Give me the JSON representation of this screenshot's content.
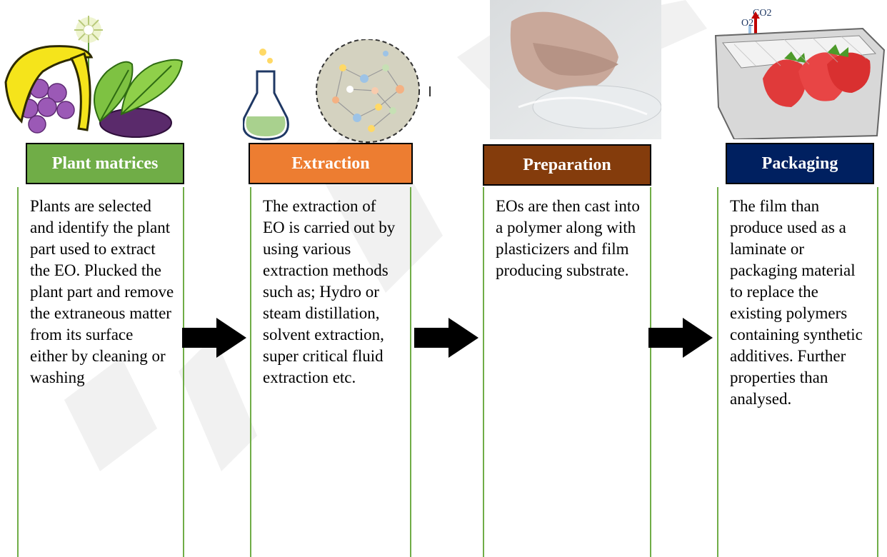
{
  "steps": [
    {
      "title": "Plant matrices",
      "color": "#70ad47",
      "text": "Plants are selected and identify the plant part used to extract the EO. Plucked the plant part and remove the extraneous matter from its surface either by cleaning or washing"
    },
    {
      "title": "Extraction",
      "color": "#ed7d31",
      "text": "The extraction of EO is carried out by using various extraction methods such as; Hydro or steam distillation, solvent extraction, super critical fluid extraction etc."
    },
    {
      "title": "Preparation",
      "color": "#843c0c",
      "text": "EOs are then cast into a polymer along with plasticizers and film producing substrate."
    },
    {
      "title": "Packaging",
      "color": "#002060",
      "text": "The film than produce used as a laminate or packaging material to replace the existing polymers containing synthetic additives. Further properties than analysed."
    }
  ],
  "packaging_image": {
    "o2_label": "O2",
    "co2_label": "CO2"
  }
}
